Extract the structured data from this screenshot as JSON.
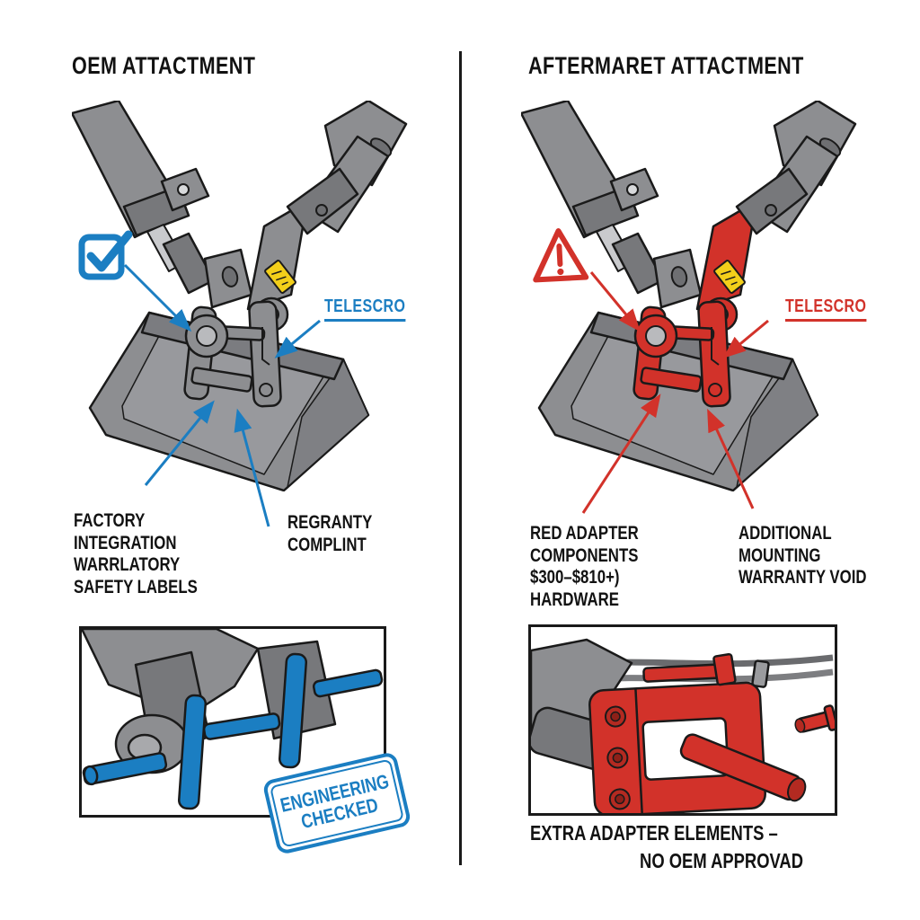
{
  "left_panel": {
    "title": "OEM ATTACTMENT",
    "telescro_label": "TELESCRO",
    "annotation1": [
      "FACTORY",
      "INTEGRATION",
      "WARRLATORY",
      "SAFETY LABELS"
    ],
    "annotation2": [
      "REGRANTY",
      "COMPLINT"
    ],
    "stamp": [
      "ENGINEERING",
      "CHECKED"
    ],
    "status_icon": "checkbox-checked-icon"
  },
  "right_panel": {
    "title": "AFTERMARET ATTACTMENT",
    "telescro_label": "TELESCRO",
    "annotation1": [
      "RED ADAPTER",
      "COMPONENTS",
      "$300–$810+)",
      "HARDWARE"
    ],
    "annotation2": [
      "ADDITIONAL",
      "MOUNTING",
      "WARRANTY VOID"
    ],
    "caption": [
      "EXTRA ADAPTER ELEMENTS –",
      "NO OEM APPROVAD"
    ],
    "status_icon": "warning-triangle-icon"
  },
  "colors": {
    "blue": "#1b7ec2",
    "red": "#d2322a",
    "red_dark": "#b32a21",
    "machine_gray": "#8d8e91",
    "machine_gray_dark": "#77787b",
    "label_yellow": "#f3cf1a",
    "outline": "#1a1a1a"
  }
}
